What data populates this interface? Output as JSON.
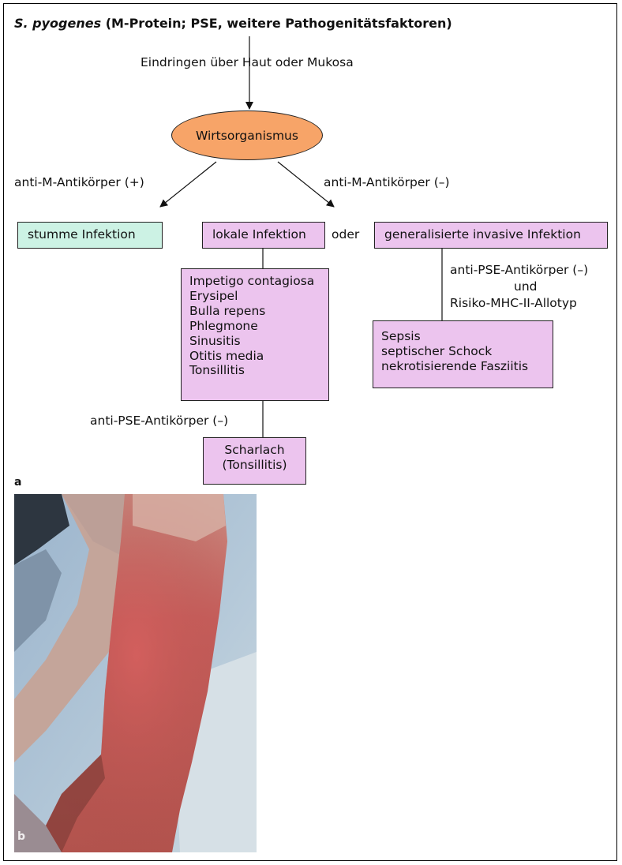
{
  "title": {
    "italic": "S. pyogenes",
    "rest": " (M-Protein; PSE, weitere Pathogenitätsfaktoren)"
  },
  "edges": {
    "entry": "Eindringen über Haut oder Mukosa",
    "anti_m_pos": "anti-M-Antikörper (+)",
    "anti_m_neg": "anti-M-Antikörper (–)",
    "oder": "oder",
    "anti_pse_neg_right_1": "anti-PSE-Antikörper (–)",
    "anti_pse_neg_right_2": "und",
    "anti_pse_neg_right_3": "Risiko-MHC-II-Allotyp",
    "anti_pse_neg_left": "anti-PSE-Antikörper (–)"
  },
  "nodes": {
    "host": "Wirtsorganismus",
    "silent": "stumme Infektion",
    "local": "lokale Infektion",
    "generalized": "generalisierte invasive Infektion",
    "local_list": [
      "Impetigo contagiosa",
      "Erysipel",
      "Bulla repens",
      "Phlegmone",
      "Sinusitis",
      "Otitis media",
      "Tonsillitis"
    ],
    "invasive_list": [
      "Sepsis",
      "septischer Schock",
      "nekrotisierende Fasziitis"
    ],
    "scarlet_1": "Scharlach",
    "scarlet_2": "(Tonsillitis)"
  },
  "panel_labels": {
    "a": "a",
    "b": "b"
  },
  "colors": {
    "oval": "#f7a468",
    "silent_box": "#ccf2e4",
    "infection_boxes": "#ecc4ee"
  }
}
